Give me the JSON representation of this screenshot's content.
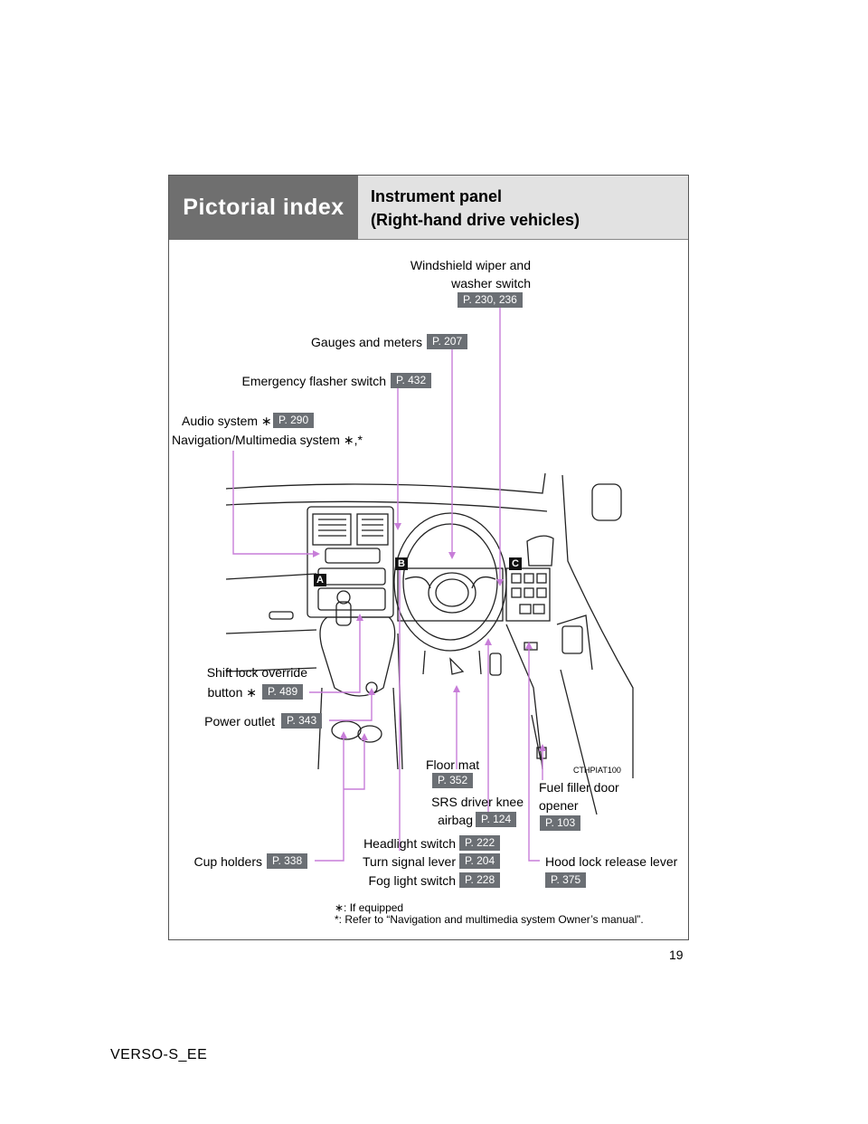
{
  "header": {
    "title": "Pictorial index",
    "subtitle_line1": "Instrument panel",
    "subtitle_line2": "(Right-hand drive vehicles)"
  },
  "sections": [
    "A",
    "B",
    "C"
  ],
  "callouts": {
    "wiper": {
      "label1": "Windshield wiper and",
      "label2": "washer switch",
      "page": "P. 230, 236"
    },
    "gauges": {
      "label": "Gauges and meters",
      "page": "P. 207"
    },
    "flasher": {
      "label": "Emergency flasher switch",
      "page": "P. 432"
    },
    "audio": {
      "label": "Audio system ∗",
      "page": "P. 290",
      "label2": "Navigation/Multimedia system ∗,*"
    },
    "shiftlock": {
      "label1": "Shift lock override",
      "label2": "button ∗",
      "page": "P. 489"
    },
    "power": {
      "label": "Power outlet",
      "page": "P. 343"
    },
    "floormat": {
      "label": "Floor mat",
      "page": "P. 352"
    },
    "srs": {
      "label1": "SRS driver knee",
      "label2": "airbag",
      "page": "P. 124"
    },
    "fuel": {
      "label1": "Fuel filler door",
      "label2": "opener",
      "page": "P. 103"
    },
    "headlight": {
      "label": "Headlight switch",
      "page": "P. 222"
    },
    "turn": {
      "label": "Turn signal lever",
      "page": "P. 204"
    },
    "fog": {
      "label": "Fog light switch",
      "page": "P. 228"
    },
    "cup": {
      "label": "Cup holders",
      "page": "P. 338"
    },
    "hood": {
      "label": "Hood lock release lever",
      "page": "P. 375"
    }
  },
  "image_code": "CTHPIAT100",
  "footnotes": {
    "equipped": "∗: If equipped",
    "refer": "*: Refer to “Navigation and multimedia system Owner’s manual”."
  },
  "page_number": "19",
  "model": "VERSO-S_EE",
  "colors": {
    "header_dark": "#6f6f6f",
    "header_light": "#e2e2e2",
    "page_badge": "#6b6f74",
    "leader_line": "#c77dd8"
  }
}
